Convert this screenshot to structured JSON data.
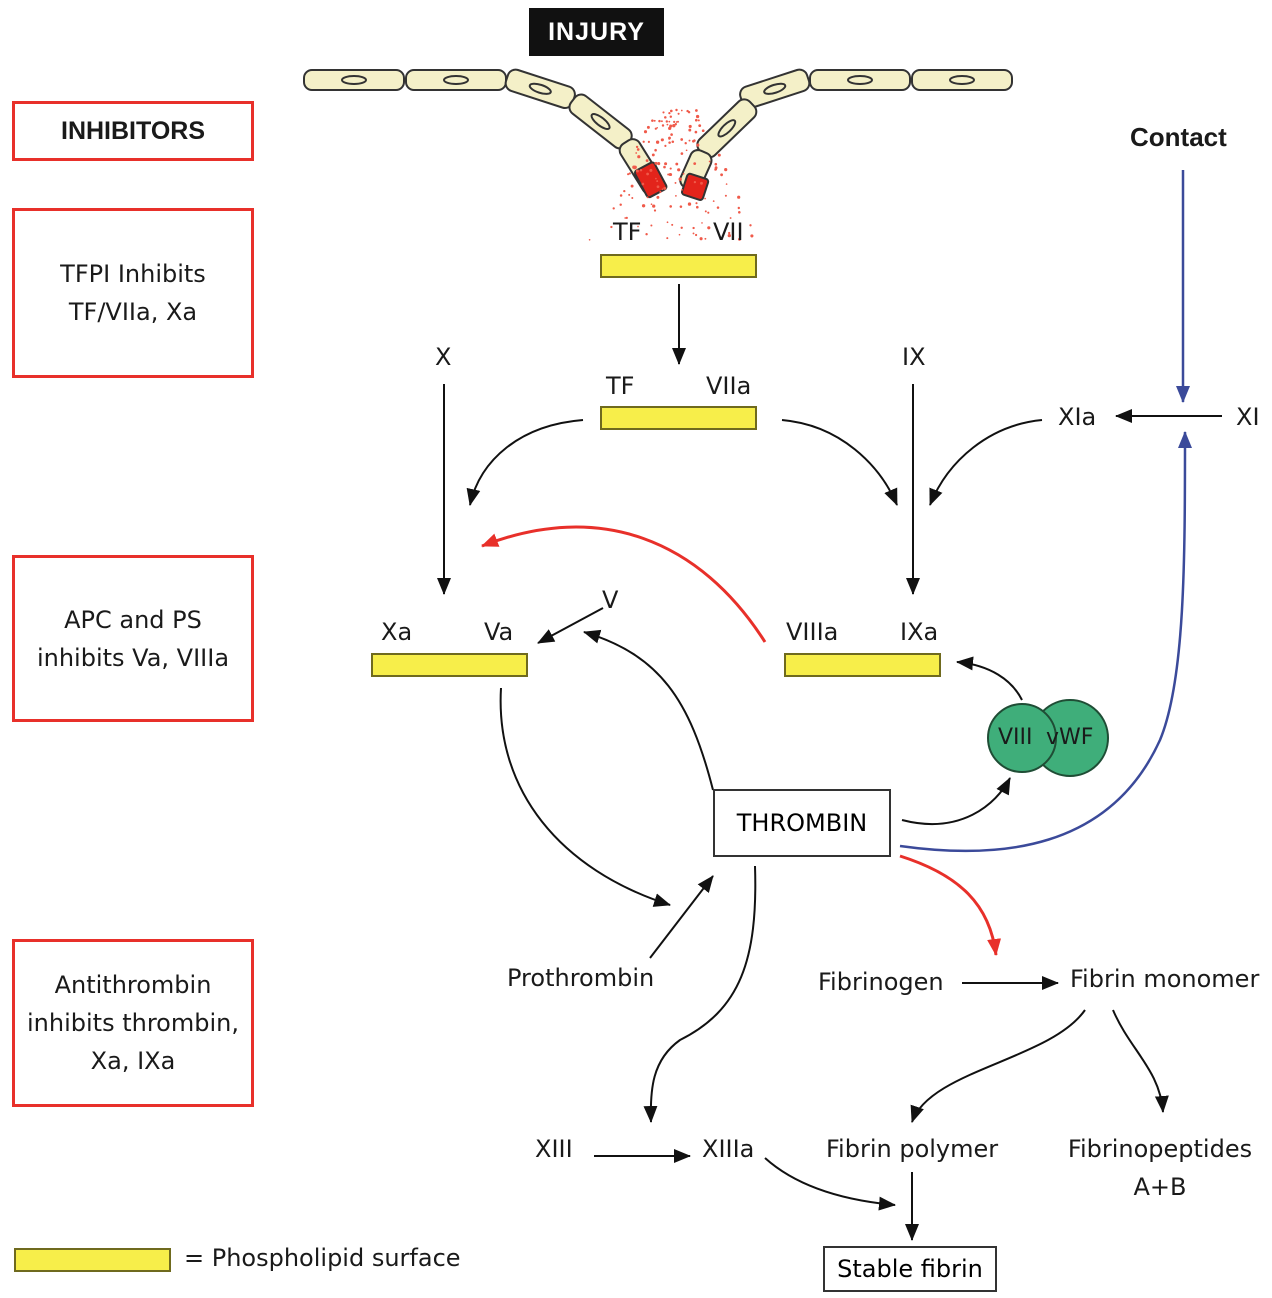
{
  "header": {
    "injury": "INJURY",
    "contact": "Contact"
  },
  "inhibitors": {
    "title": "INHIBITORS",
    "tfpi": "TFPI Inhibits\nTF/VIIa, Xa",
    "apc": "APC and PS\ninhibits Va, VIIIa",
    "antithrombin": "Antithrombin\ninhibits thrombin,\nXa, IXa"
  },
  "factors": {
    "tf_top": "TF",
    "vii": "VII",
    "tf_mid": "TF",
    "viia": "VIIa",
    "x": "X",
    "ix": "IX",
    "xia": "XIa",
    "xi": "XI",
    "xa": "Xa",
    "va": "Va",
    "v": "V",
    "viiia": "VIIIa",
    "ixa": "IXa",
    "viii": "VIII",
    "vwf": "vWF",
    "thrombin": "THROMBIN",
    "prothrombin": "Prothrombin",
    "fibrinogen": "Fibrinogen",
    "fibrin_monomer": "Fibrin monomer",
    "xiii": "XIII",
    "xiiia": "XIIIa",
    "fibrin_polymer": "Fibrin polymer",
    "fibrinopeptides": "Fibrinopeptides",
    "fibrinopeptides_ab": "A+B",
    "stable_fibrin": "Stable fibrin"
  },
  "legend": {
    "text": "= Phospholipid surface"
  },
  "colors": {
    "inhibitor_border": "#e8302a",
    "phospholipid": "#f7ee4a",
    "red_arrow": "#e8302a",
    "blue_arrow": "#3b4a9a",
    "vwf_green": "#3fae7a",
    "cell_fill": "#f4f0c8",
    "injury_red": "#e3241b"
  }
}
